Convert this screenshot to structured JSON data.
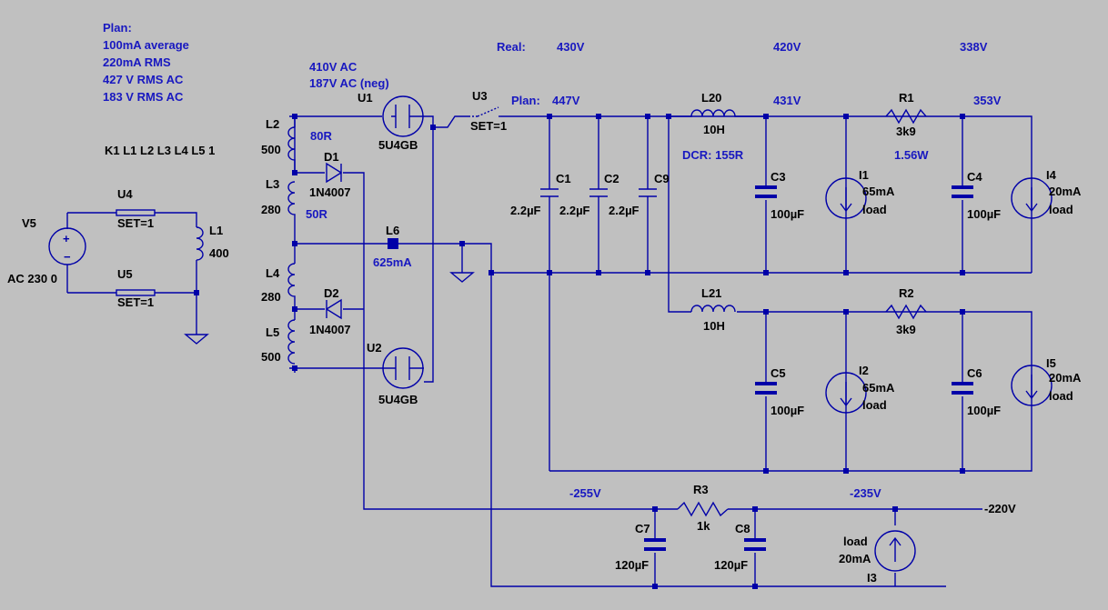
{
  "notes": {
    "plan_title": "Plan:",
    "plan_lines": [
      "100mA average",
      "220mA RMS",
      "427 V RMS AC",
      "183 V RMS AC"
    ],
    "coupling": "K1 L1 L2 L3 L4 L5 1",
    "real_label": "Real:",
    "plan_label": "Plan:"
  },
  "voltages": {
    "tr_ac1": "410V AC",
    "tr_ac2": "187V AC (neg)",
    "real_c1": "430V",
    "real_c3": "420V",
    "real_c4": "338V",
    "plan_c1": "447V",
    "plan_c3": "431V",
    "plan_c4": "353V",
    "neg_c7": "-255V",
    "neg_c8": "-235V",
    "neg_out": "-220V",
    "l6_current": "625mA",
    "r1_power": "1.56W",
    "l20_dcr": "DCR: 155R"
  },
  "components": {
    "V5": {
      "name": "V5",
      "value": "AC 230 0"
    },
    "U4": {
      "name": "U4",
      "value": "SET=1"
    },
    "U5": {
      "name": "U5",
      "value": "SET=1"
    },
    "L1": {
      "name": "L1",
      "value": "400"
    },
    "L2": {
      "name": "L2",
      "value": "500",
      "res": "80R"
    },
    "L3": {
      "name": "L3",
      "value": "280",
      "res": "50R"
    },
    "L4": {
      "name": "L4",
      "value": "280"
    },
    "L5": {
      "name": "L5",
      "value": "500"
    },
    "D1": {
      "name": "D1",
      "value": "1N4007"
    },
    "D2": {
      "name": "D2",
      "value": "1N4007"
    },
    "U1": {
      "name": "U1",
      "value": "5U4GB"
    },
    "U2": {
      "name": "U2",
      "value": "5U4GB"
    },
    "U3": {
      "name": "U3",
      "value": "SET=1"
    },
    "L6": {
      "name": "L6"
    },
    "C1": {
      "name": "C1",
      "value": "2.2µF"
    },
    "C2": {
      "name": "C2",
      "value": "2.2µF"
    },
    "C9": {
      "name": "C9",
      "value": "2.2µF"
    },
    "L20": {
      "name": "L20",
      "value": "10H"
    },
    "L21": {
      "name": "L21",
      "value": "10H"
    },
    "C3": {
      "name": "C3",
      "value": "100µF"
    },
    "C4": {
      "name": "C4",
      "value": "100µF"
    },
    "C5": {
      "name": "C5",
      "value": "100µF"
    },
    "C6": {
      "name": "C6",
      "value": "100µF"
    },
    "C7": {
      "name": "C7",
      "value": "120µF"
    },
    "C8": {
      "name": "C8",
      "value": "120µF"
    },
    "R1": {
      "name": "R1",
      "value": "3k9"
    },
    "R2": {
      "name": "R2",
      "value": "3k9"
    },
    "R3": {
      "name": "R3",
      "value": "1k"
    },
    "I1": {
      "name": "I1",
      "value": "65mA",
      "extra": "load"
    },
    "I2": {
      "name": "I2",
      "value": "65mA",
      "extra": "load"
    },
    "I3": {
      "name": "I3",
      "value": "20mA",
      "extra": "load"
    },
    "I4": {
      "name": "I4",
      "value": "20mA",
      "extra": "load"
    },
    "I5": {
      "name": "I5",
      "value": "20mA",
      "extra": "load"
    }
  },
  "colors": {
    "wire": "#0000a8",
    "annotation": "#1818c0",
    "background": "#c0c0c0"
  }
}
